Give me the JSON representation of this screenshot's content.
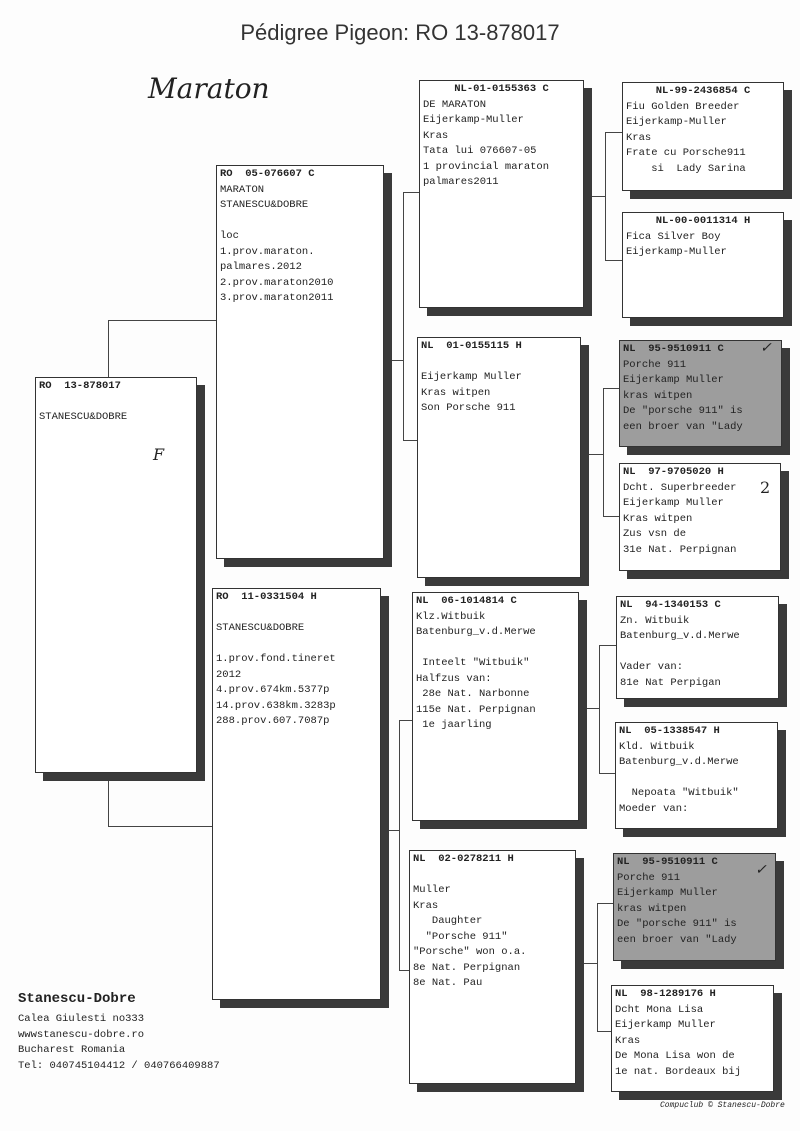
{
  "title": "Pédigree Pigeon: RO  13-878017",
  "handwritten": {
    "note": "Maraton",
    "sex_mark": "F",
    "number_mark": "2",
    "check_mark": "✓"
  },
  "subject": {
    "ring": "RO  13-878017",
    "lines": [
      "",
      "STANESCU&DOBRE"
    ]
  },
  "sire": {
    "ring": "RO  05-076607 C",
    "lines": [
      "MARATON",
      "STANESCU&DOBRE",
      "",
      "loc",
      "1.prov.maraton.",
      "palmares.2012",
      "2.prov.maraton2010",
      "3.prov.maraton2011"
    ]
  },
  "dam": {
    "ring": "RO  11-0331504 H",
    "lines": [
      "",
      "STANESCU&DOBRE",
      "",
      "1.prov.fond.tineret",
      "2012",
      "4.prov.674km.5377p",
      "14.prov.638km.3283p",
      "288.prov.607.7087p"
    ]
  },
  "gen3": [
    {
      "ring": "NL-01-0155363 C",
      "lines": [
        "DE MARATON",
        "Eijerkamp-Muller",
        "Kras",
        "Tata lui 076607-05",
        "1 provincial maraton",
        "palmares2011"
      ]
    },
    {
      "ring": "NL  01-0155115 H",
      "lines": [
        "",
        "Eijerkamp Muller",
        "Kras witpen",
        "Son Porsche 911"
      ]
    },
    {
      "ring": "NL  06-1014814 C",
      "lines": [
        "Klz.Witbuik",
        "Batenburg_v.d.Merwe",
        "",
        " Inteelt \"Witbuik\"",
        "Halfzus van:",
        " 28e Nat. Narbonne",
        "115e Nat. Perpignan",
        " 1e jaarling"
      ]
    },
    {
      "ring": "NL  02-0278211 H",
      "lines": [
        "",
        "Muller",
        "Kras",
        "   Daughter",
        "  \"Porsche 911\"",
        "\"Porsche\" won o.a.",
        "8e Nat. Perpignan",
        "8e Nat. Pau"
      ]
    }
  ],
  "gen4": [
    {
      "ring": "NL-99-2436854 C",
      "lines": [
        "Fiu Golden Breeder",
        "Eijerkamp-Muller",
        "Kras",
        "Frate cu Porsche911",
        "    si  Lady Sarina"
      ]
    },
    {
      "ring": "NL-00-0011314 H",
      "lines": [
        "Fica Silver Boy",
        "Eijerkamp-Muller"
      ]
    },
    {
      "ring": "NL  95-9510911 C",
      "lines": [
        "Porche 911",
        "Eijerkamp Muller",
        "kras witpen",
        "De \"porsche 911\" is",
        "een broer van \"Lady"
      ]
    },
    {
      "ring": "NL  97-9705020 H",
      "lines": [
        "Dcht. Superbreeder",
        "Eijerkamp Muller",
        "Kras witpen",
        "Zus vsn de",
        "31e Nat. Perpignan"
      ]
    },
    {
      "ring": "NL  94-1340153 C",
      "lines": [
        "Zn. Witbuik",
        "Batenburg_v.d.Merwe",
        "",
        "Vader van:",
        "81e Nat Perpigan"
      ]
    },
    {
      "ring": "NL  05-1338547 H",
      "lines": [
        "Kld. Witbuik",
        "Batenburg_v.d.Merwe",
        "",
        "  Nepoata \"Witbuik\"",
        "Moeder van:"
      ]
    },
    {
      "ring": "NL  95-9510911 C",
      "lines": [
        "Porche 911",
        "Eijerkamp Muller",
        "kras witpen",
        "De \"porsche 911\" is",
        "een broer van \"Lady"
      ]
    },
    {
      "ring": "NL  98-1289176 H",
      "lines": [
        "Dcht Mona Lisa",
        "Eijerkamp Muller",
        "Kras",
        "De Mona Lisa won de",
        "1e nat. Bordeaux bij"
      ]
    }
  ],
  "footer": {
    "name": "Stanescu-Dobre",
    "address": "Calea Giulesti no333",
    "website": "wwwstanescu-dobre.ro",
    "city": "Bucharest Romania",
    "phone": "Tel: 040745104412 / 040766409887",
    "credit": "Compuclub © Stanescu-Dobre"
  }
}
